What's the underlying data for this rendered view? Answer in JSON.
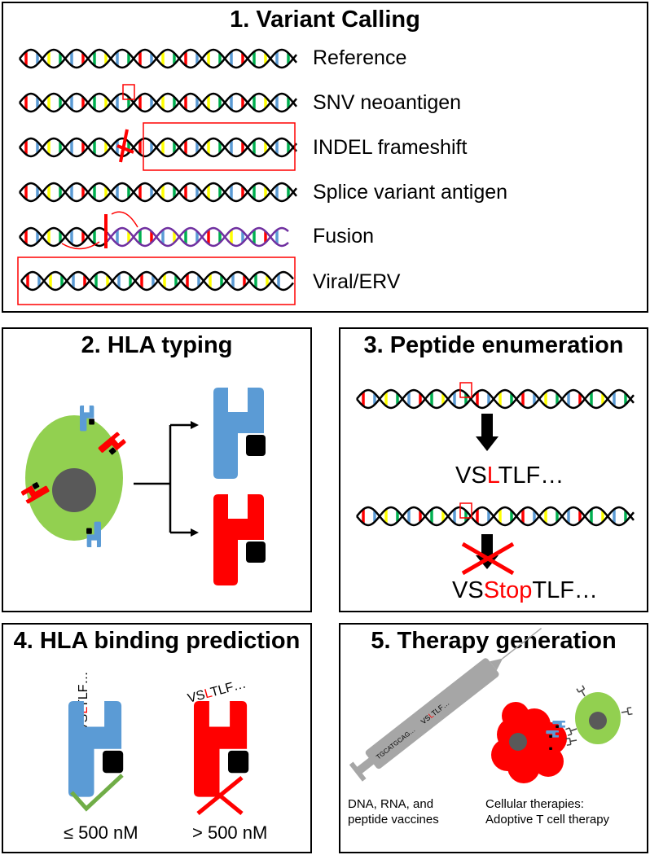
{
  "panels": {
    "p1": {
      "title": "1. Variant Calling",
      "rows": [
        {
          "label": "Reference"
        },
        {
          "label": "SNV neoantigen"
        },
        {
          "label": "INDEL frameshift"
        },
        {
          "label": "Splice variant antigen"
        },
        {
          "label": "Fusion"
        },
        {
          "label": "Viral/ERV"
        }
      ]
    },
    "p2": {
      "title": "2. HLA typing"
    },
    "p3": {
      "title": "3. Peptide enumeration",
      "seq1": {
        "pre": "VS",
        "mut": "L",
        "post": "TLF…"
      },
      "seq2": {
        "pre": "VS",
        "mut": "Stop",
        "post": "TLF…"
      }
    },
    "p4": {
      "title": "4. HLA binding prediction",
      "pep": {
        "pre": "VS",
        "mut": "L",
        "post": "TLF…"
      },
      "good": "≤ 500 nM",
      "bad": "> 500 nM"
    },
    "p5": {
      "title": "5. Therapy generation",
      "syringe_dna": "TGCATGCAG…",
      "syringe_pep": {
        "pre": "VS",
        "mut": "L",
        "post": "TLF…"
      },
      "vaccine_text": [
        "DNA, RNA, and",
        "peptide vaccines"
      ],
      "cell_text": [
        "Cellular therapies:",
        "Adoptive T cell therapy"
      ]
    }
  },
  "colors": {
    "red": "#ff0000",
    "blue": "#5b9bd5",
    "yellow": "#ffff00",
    "green": "#00b050",
    "purple": "#7030a0",
    "cell_green": "#92d050",
    "nucleus": "#595959",
    "check": "#70ad47",
    "syringe": "#a6a6a6"
  },
  "icons": [
    "dna-helix-icon",
    "hla-molecule-icon",
    "cell-icon",
    "arrow-icon",
    "check-icon",
    "cross-icon",
    "syringe-icon",
    "t-cell-icon",
    "tumor-cell-icon"
  ]
}
